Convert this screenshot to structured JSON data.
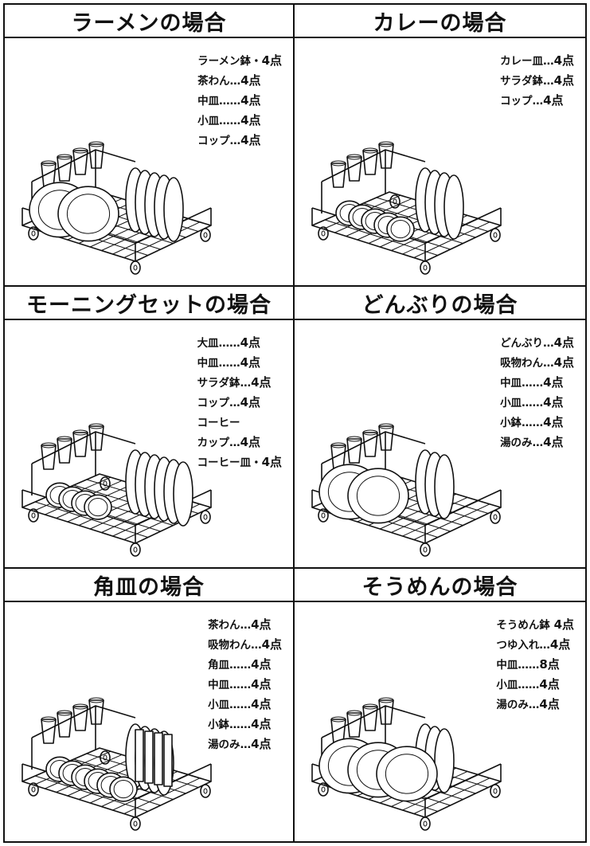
{
  "panels": [
    {
      "title": "ラーメンの場合",
      "items": [
        {
          "name": "ラーメン鉢",
          "sep": "・",
          "qty": "4点"
        },
        {
          "name": "茶わん",
          "sep": "…",
          "qty": "4点"
        },
        {
          "name": "中皿",
          "sep": "……",
          "qty": "4点"
        },
        {
          "name": "小皿",
          "sep": "……",
          "qty": "4点"
        },
        {
          "name": "コップ",
          "sep": "…",
          "qty": "4点"
        }
      ]
    },
    {
      "title": "カレーの場合",
      "items": [
        {
          "name": "カレー皿",
          "sep": "…",
          "qty": "4点"
        },
        {
          "name": "サラダ鉢",
          "sep": "…",
          "qty": "4点"
        },
        {
          "name": "コップ",
          "sep": "…",
          "qty": "4点"
        }
      ]
    },
    {
      "title": "モーニングセットの場合",
      "items": [
        {
          "name": "大皿",
          "sep": "……",
          "qty": "4点"
        },
        {
          "name": "中皿",
          "sep": "……",
          "qty": "4点"
        },
        {
          "name": "サラダ鉢",
          "sep": "…",
          "qty": "4点"
        },
        {
          "name": "コップ",
          "sep": "…",
          "qty": "4点"
        },
        {
          "name": "コーヒー",
          "sep": "",
          "qty": ""
        },
        {
          "name": "カップ",
          "sep": "…",
          "qty": "4点"
        },
        {
          "name": "コーヒー皿",
          "sep": "・",
          "qty": "4点"
        }
      ]
    },
    {
      "title": "どんぶりの場合",
      "items": [
        {
          "name": "どんぶり",
          "sep": "…",
          "qty": "4点"
        },
        {
          "name": "吸物わん",
          "sep": "…",
          "qty": "4点"
        },
        {
          "name": "中皿",
          "sep": "……",
          "qty": "4点"
        },
        {
          "name": "小皿",
          "sep": "……",
          "qty": "4点"
        },
        {
          "name": "小鉢",
          "sep": "……",
          "qty": "4点"
        },
        {
          "name": "湯のみ",
          "sep": "…",
          "qty": "4点"
        }
      ]
    },
    {
      "title": "角皿の場合",
      "items": [
        {
          "name": "茶わん",
          "sep": "…",
          "qty": "4点"
        },
        {
          "name": "吸物わん",
          "sep": "…",
          "qty": "4点"
        },
        {
          "name": "角皿",
          "sep": "……",
          "qty": "4点"
        },
        {
          "name": "中皿",
          "sep": "……",
          "qty": "4点"
        },
        {
          "name": "小皿",
          "sep": "……",
          "qty": "4点"
        },
        {
          "name": "小鉢",
          "sep": "……",
          "qty": "4点"
        },
        {
          "name": "湯のみ",
          "sep": "…",
          "qty": "4点"
        }
      ]
    },
    {
      "title": "そうめんの場合",
      "items": [
        {
          "name": "そうめん鉢",
          "sep": " ",
          "qty": "4点"
        },
        {
          "name": "つゆ入れ",
          "sep": "…",
          "qty": "4点"
        },
        {
          "name": "中皿",
          "sep": "……",
          "qty": "8点"
        },
        {
          "name": "小皿",
          "sep": "……",
          "qty": "4点"
        },
        {
          "name": "湯のみ",
          "sep": "…",
          "qty": "4点"
        }
      ]
    }
  ]
}
